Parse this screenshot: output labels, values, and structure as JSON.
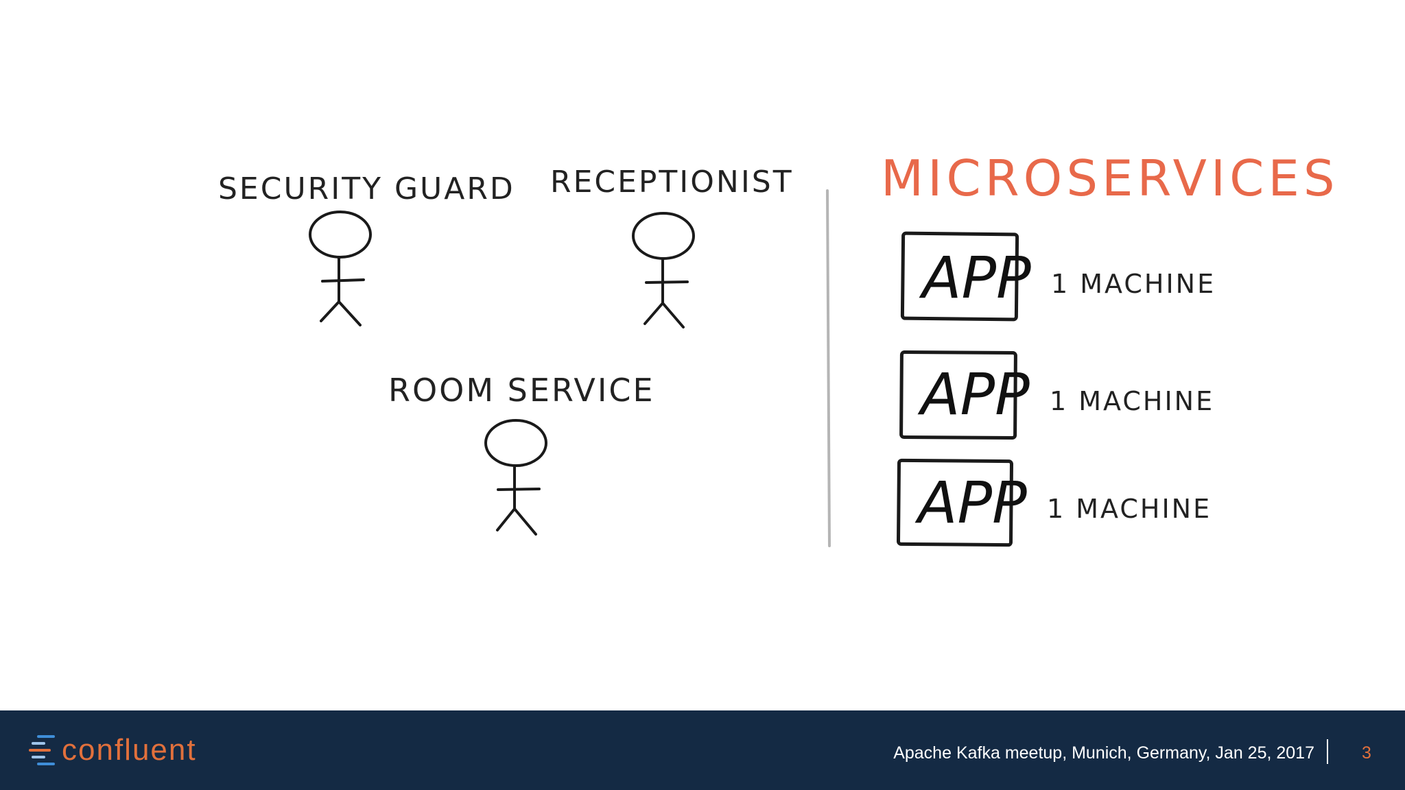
{
  "roles": [
    {
      "label": "SECURITY GUARD"
    },
    {
      "label": "RECEPTIONIST"
    },
    {
      "label": "ROOM SERVICE"
    }
  ],
  "microservices": {
    "title": "MICROSERVICES",
    "apps": [
      {
        "app_label": "APP",
        "machine_label": "1 MACHINE"
      },
      {
        "app_label": "APP",
        "machine_label": "1 MACHINE"
      },
      {
        "app_label": "APP",
        "machine_label": "1 MACHINE"
      }
    ]
  },
  "colors": {
    "footer_bg": "#142a44",
    "accent_orange": "#e1703c",
    "title_red": "#e8694a"
  },
  "footer": {
    "logo_text": "confluent",
    "event_text": "Apache Kafka meetup, Munich, Germany, Jan 25, 2017",
    "page_number": "3"
  }
}
